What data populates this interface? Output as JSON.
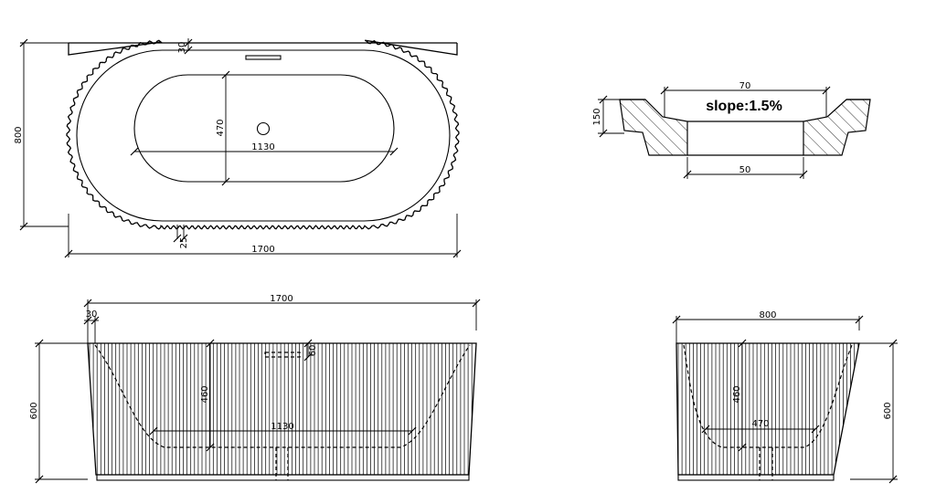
{
  "top_view": {
    "overall_length": "1700",
    "overall_width": "800",
    "rim_thickness": "30",
    "flute_depth": "25",
    "basin_length": "1130",
    "basin_width": "470"
  },
  "drain_section": {
    "top_width": "70",
    "bottom_width": "50",
    "height": "150",
    "slope_label": "slope:1.5%"
  },
  "front_view": {
    "overall_length": "1700",
    "rim_thickness": "30",
    "overflow_height": "60",
    "inner_depth": "460",
    "basin_length": "1130",
    "overall_height": "600"
  },
  "side_view": {
    "overall_width": "800",
    "inner_depth": "460",
    "basin_width": "470",
    "overall_height": "600"
  }
}
